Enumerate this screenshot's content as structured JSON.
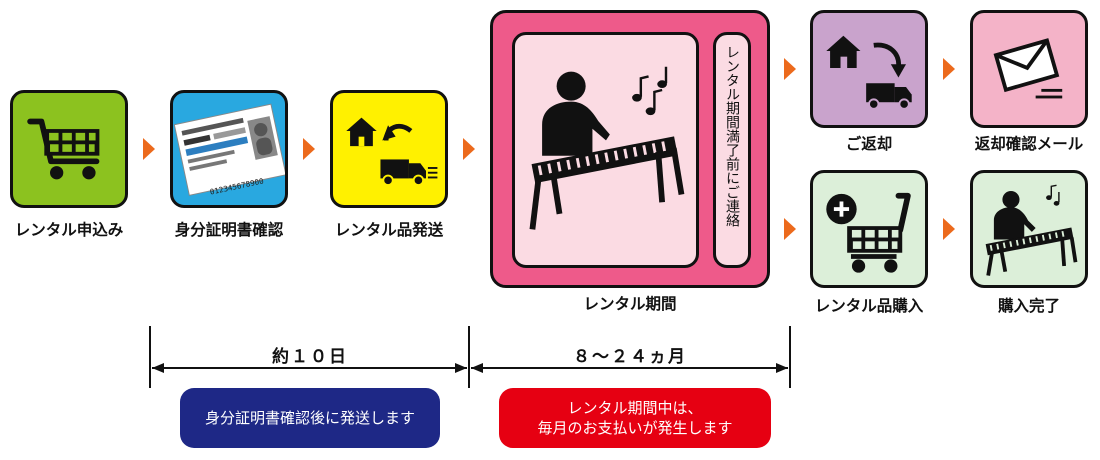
{
  "steps": {
    "apply": "レンタル申込み",
    "id_check": "身分証明書確認",
    "ship": "レンタル品発送",
    "period": "レンタル期間",
    "return": "ご返却",
    "return_mail": "返却確認メール",
    "purchase": "レンタル品購入",
    "purchase_done": "購入完了"
  },
  "period_contact": "レンタル期間満了前にご連絡",
  "durations": {
    "ship": "約１０日",
    "rental": "８～２４ヵ月"
  },
  "notes": {
    "ship_note": "身分証明書確認後に発送します",
    "payment_line1": "レンタル期間中は、",
    "payment_line2": "毎月のお支払いが発生します"
  },
  "id_card": {
    "number": "012345678900"
  },
  "colors": {
    "green": "#8cc21f",
    "blue": "#29a8e0",
    "yellow": "#fff100",
    "pink_big": "#ee5a8a",
    "pink_light": "#fbdbe3",
    "purple": "#c9a3cc",
    "pink_mail": "#f4b3c8",
    "mint": "#dcefd9",
    "arrow_orange": "#ec6a1c",
    "navy": "#1e2886",
    "red": "#e60012"
  }
}
